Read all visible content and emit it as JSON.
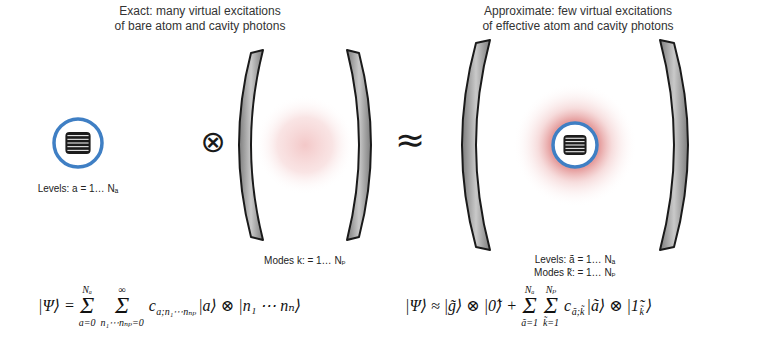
{
  "diagram": {
    "nodes": [
      {
        "text": [
          "Levels: a = 1… Nₐ"
        ]
      },
      {
        "text": [
          "Modes k: = 1… Nₚ"
        ]
      },
      {
        "text": [
          "Levels: ã = 1… Nₐ",
          "Modes k̃: = 1… Nₚ"
        ]
      }
    ],
    "labels": [
      "Exact: many virtual excitations of bare atom and cavity photons",
      "Approximate: few virtual excitations of effective atom and cavity photons",
      "⊗",
      "≈",
      "|Ψ⟩ =",
      "Σ",
      "Nₐ",
      "a=0",
      "Σ",
      "∞",
      "n₁⋯nₙₚ=0",
      "c",
      "a;n₁⋯nₙₚ",
      "|a⟩ ⊗ |n₁ ⋯ nₙ⟩",
      "|Ψ⟩ ≈ |g̃⟩ ⊗ |0̃⟩ +",
      "Σ",
      "Nₐ",
      "ã=1",
      "Σ",
      "Nₚ",
      "k̃=1",
      "c",
      "ã;k̃",
      "|ã⟩ ⊗ |1̃",
      "k̃",
      "⟩"
    ]
  }
}
